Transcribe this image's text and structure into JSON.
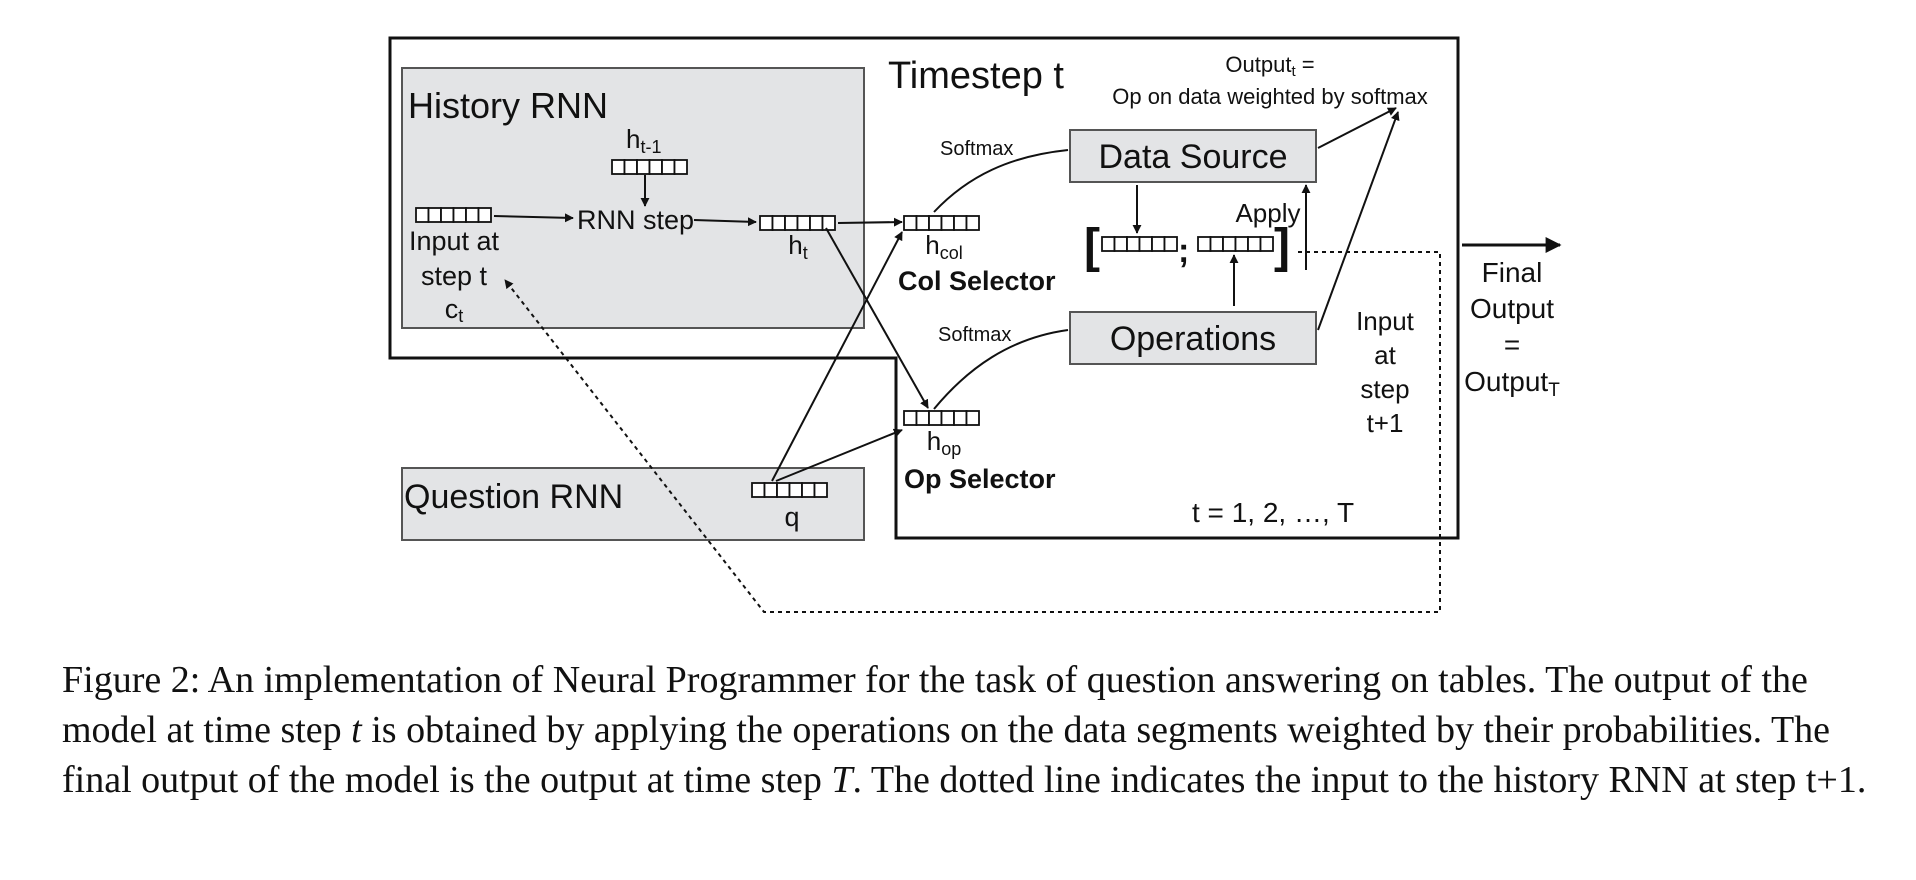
{
  "diagram": {
    "timestep_title": "Timestep t",
    "output_label_main": "Output",
    "output_label_sub": "t",
    "output_label_eq": " =",
    "output_desc": "Op on data weighted by softmax",
    "history_rnn": {
      "title": "History RNN",
      "h_prev_main": "h",
      "h_prev_sub": "t-1",
      "rnn_step": "RNN step",
      "input_line1": "Input at",
      "input_line2": "step t",
      "c_main": "c",
      "c_sub": "t",
      "ht_main": "h",
      "ht_sub": "t"
    },
    "col_selector": {
      "softmax": "Softmax",
      "h_main": "h",
      "h_sub": "col",
      "label": "Col Selector"
    },
    "op_selector": {
      "softmax": "Softmax",
      "h_main": "h",
      "h_sub": "op",
      "label": "Op Selector"
    },
    "data_source": "Data Source",
    "operations": "Operations",
    "apply": "Apply",
    "concat_open": "[",
    "concat_sep": ";",
    "concat_close": "]",
    "input_next": [
      "Input",
      "at",
      "step",
      "t+1"
    ],
    "final_output": [
      "Final",
      "Output",
      "=",
      "Output"
    ],
    "final_output_sub": "T",
    "question_rnn": {
      "title": "Question RNN",
      "q": "q"
    },
    "t_range": "t = 1, 2, …, T"
  },
  "caption": {
    "c1": "Figure 2:  An implementation of Neural Programmer for the task of question answering on tables. The output of the model at time step ",
    "v1": "t",
    "c2": " is obtained by applying the operations on the data segments weighted by their probabilities. The final output of the model is the output at time step ",
    "v2": "T",
    "c3": ". The dotted line indicates the input to the history RNN at step t+1."
  }
}
